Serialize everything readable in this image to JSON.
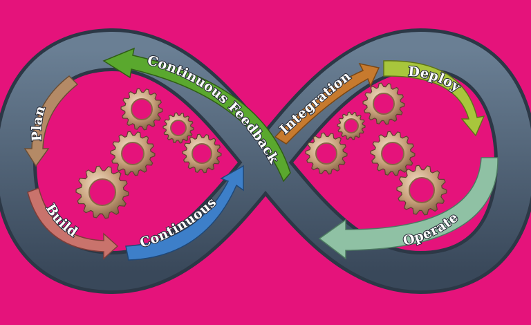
{
  "diagram": {
    "stages": [
      {
        "id": "plan",
        "label": "Plan",
        "color": "#b48a66"
      },
      {
        "id": "build",
        "label": "Build",
        "color": "#c9736c"
      },
      {
        "id": "continuous",
        "label": "Continuous",
        "color": "#3d7fc9"
      },
      {
        "id": "integration",
        "label": "Integration",
        "color": "#c77a2e"
      },
      {
        "id": "deploy",
        "label": "Deploy",
        "color": "#a8c63c"
      },
      {
        "id": "operate",
        "label": "Operate",
        "color": "#8fc1a4"
      },
      {
        "id": "feedback",
        "label": "Continuous Feedback",
        "color": "#5aa82e"
      }
    ],
    "colors": {
      "background": "#e5137b",
      "loop_band": "#4d5f73",
      "loop_border": "#2c3846",
      "gear": "#c7a07a"
    },
    "icons": [
      "gear-icon"
    ]
  }
}
